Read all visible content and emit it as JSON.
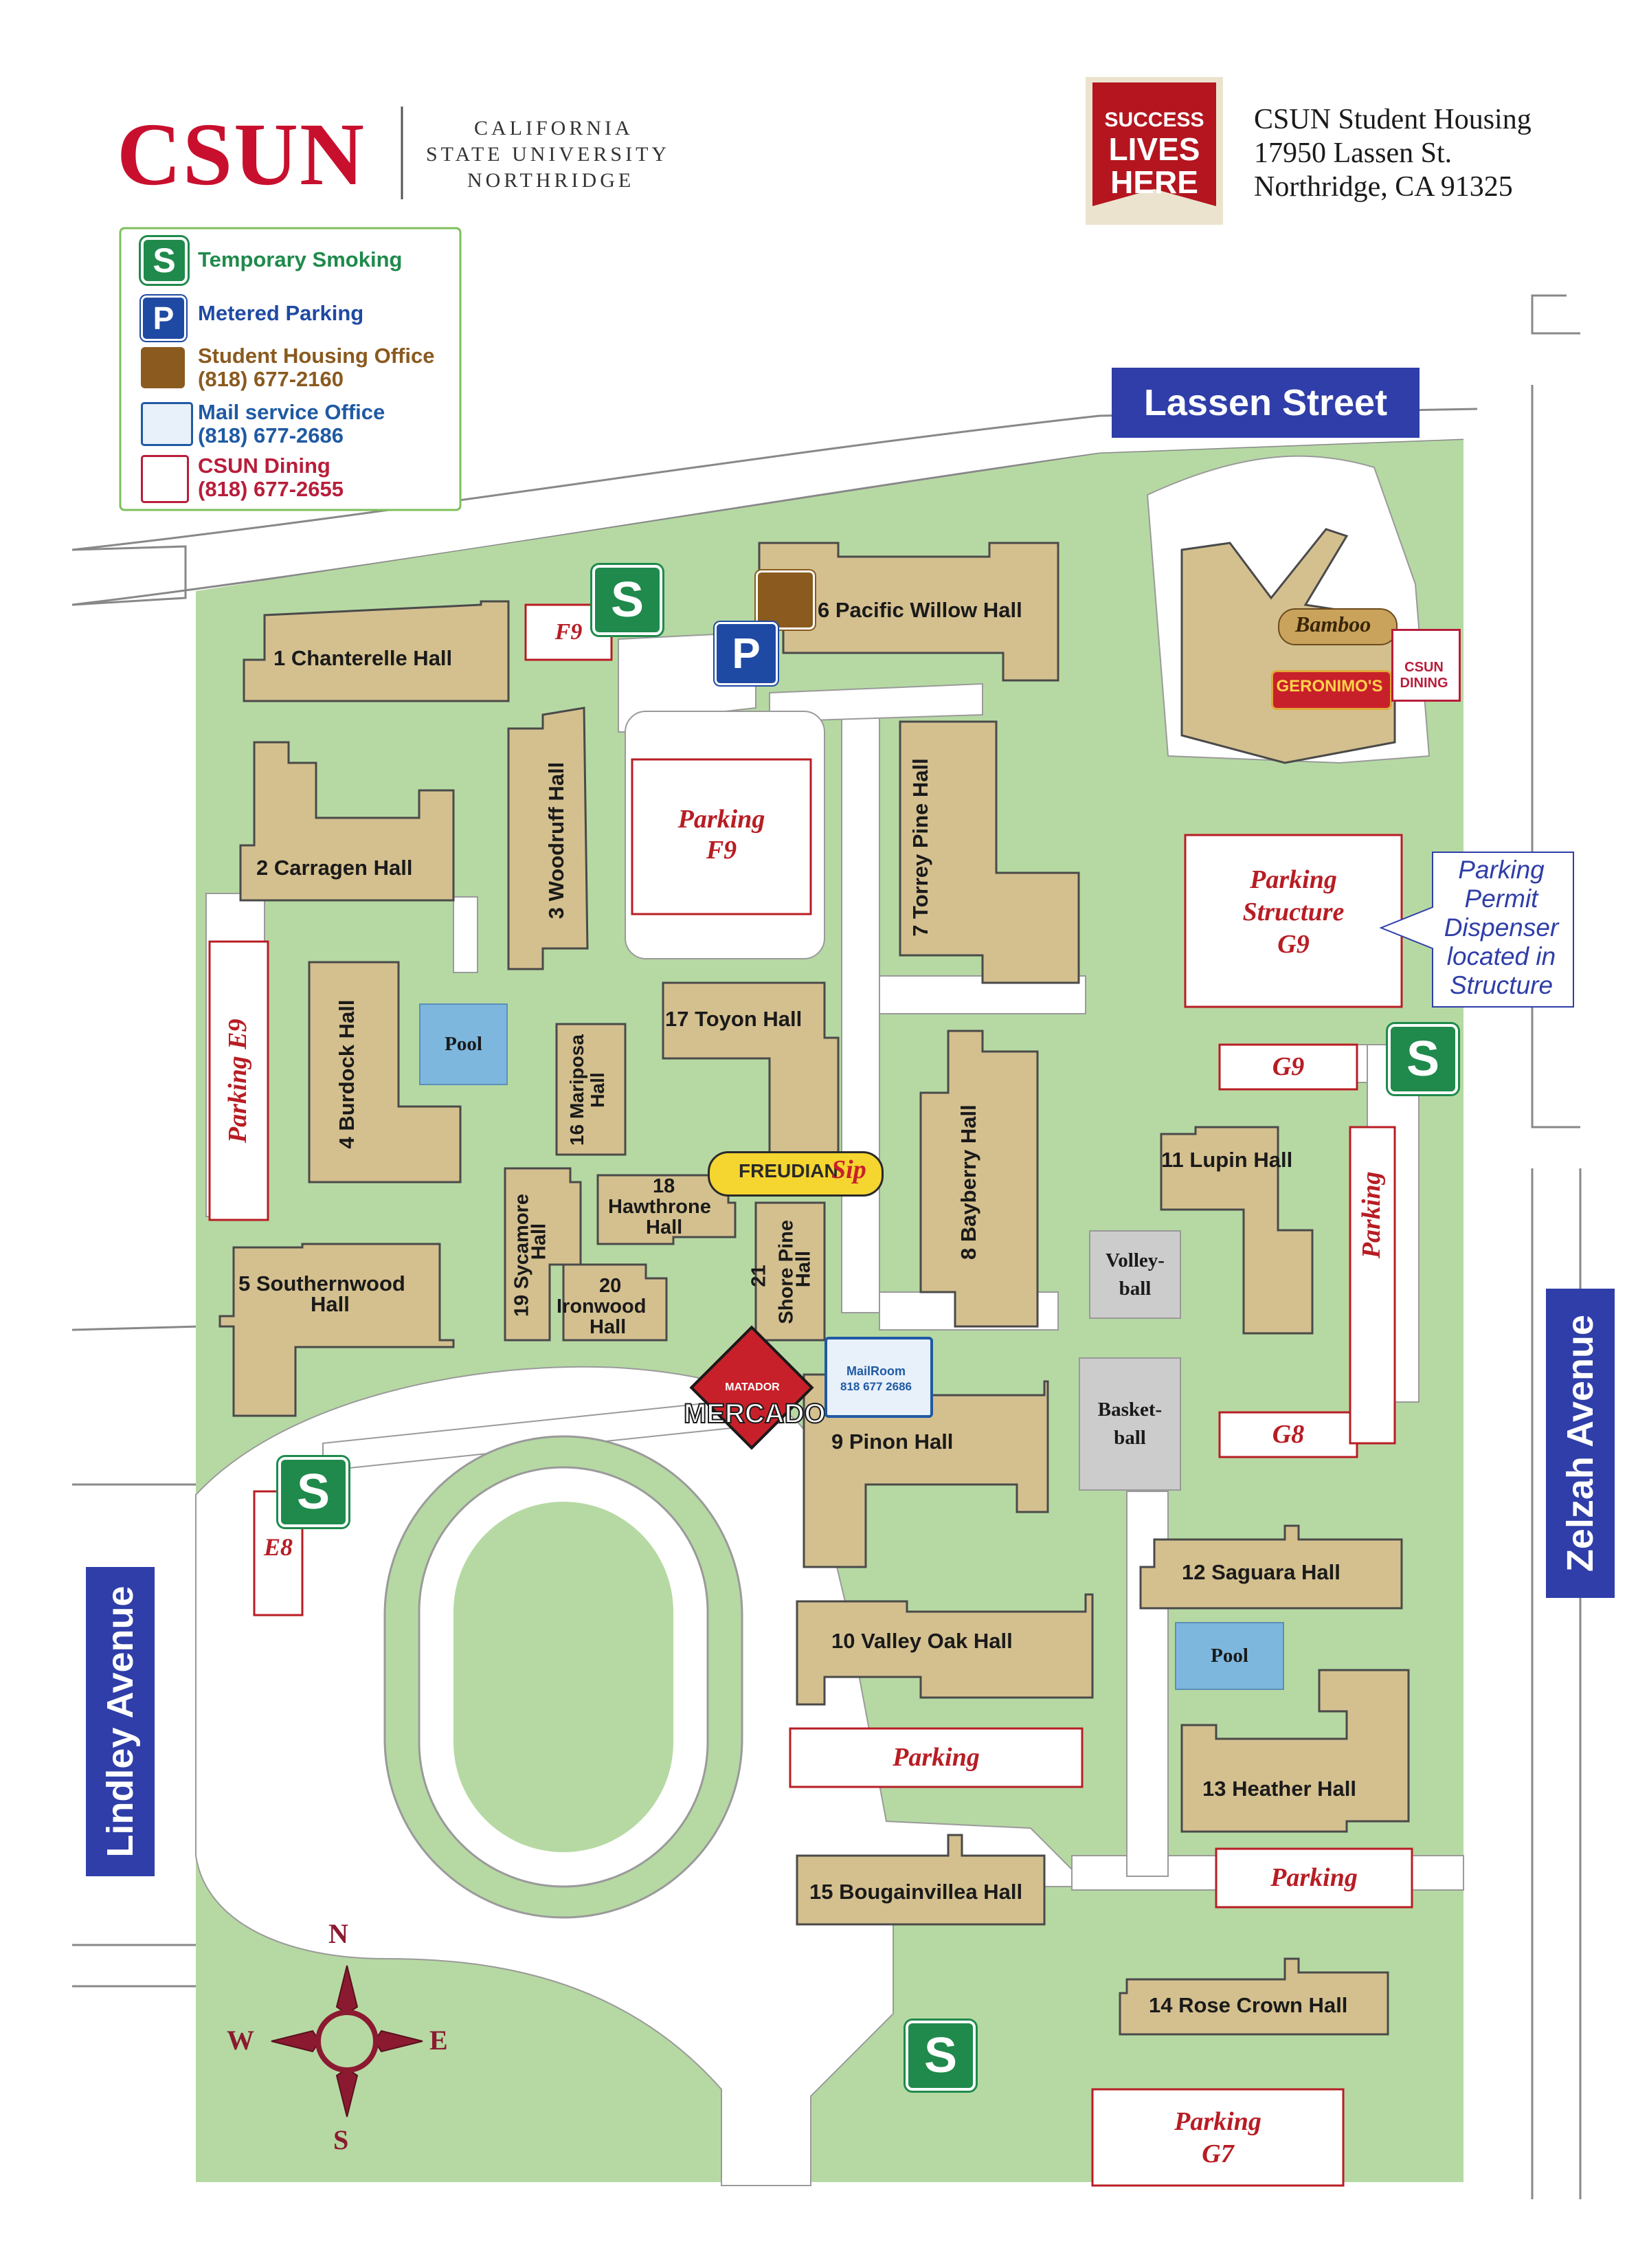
{
  "header": {
    "logo_text": "CSUN",
    "university_line1": "CALIFORNIA",
    "university_line2": "STATE UNIVERSITY",
    "university_line3": "NORTHRIDGE",
    "badge_line1": "SUCCESS",
    "badge_line2": "LIVES",
    "badge_line3": "HERE",
    "address_line1": "CSUN Student Housing",
    "address_line2": "17950 Lassen St.",
    "address_line3": "Northridge, CA 91325"
  },
  "legend": {
    "smoking": "Temporary Smoking",
    "metered": "Metered Parking",
    "housing": "Student Housing Office",
    "housing_phone": "(818) 677-2160",
    "mail": "Mail service Office",
    "mail_phone": "(818) 677-2686",
    "dining": "CSUN Dining",
    "dining_phone": "(818) 677-2655"
  },
  "streets": {
    "north": "Lassen Street",
    "east": "Zelzah Avenue",
    "west": "Lindley Avenue"
  },
  "buildings": {
    "b1": "1  Chanterelle Hall",
    "b2": "2 Carragen Hall",
    "b3": "3 Woodruff Hall",
    "b4": "4 Burdock Hall",
    "b5a": "5 Southernwood",
    "b5b": "Hall",
    "b6": "6 Pacific Willow Hall",
    "b7": "7 Torrey Pine Hall",
    "b8": "8 Bayberry Hall",
    "b9": "9  Pinon Hall",
    "b10": "10 Valley Oak Hall",
    "b11": "11 Lupin Hall",
    "b12": "12 Saguara Hall",
    "b13": "13 Heather Hall",
    "b14": "14 Rose Crown Hall",
    "b15": "15 Bougainvillea Hall",
    "b16a": "16 Mariposa",
    "b16b": "Hall",
    "b17": "17 Toyon Hall",
    "b18a": "18",
    "b18b": "Hawthrone",
    "b18c": "Hall",
    "b19a": "19 Sycamore",
    "b19b": "Hall",
    "b20a": "20",
    "b20b": "Ironwood",
    "b20c": "Hall",
    "b21a": "21",
    "b21b": "Shore Pine",
    "b21c": "Hall"
  },
  "parking": {
    "f9_small": "F9",
    "f9_line1": "Parking",
    "f9_line2": "F9",
    "e9": "Parking  E9",
    "structure_line1": "Parking",
    "structure_line2": "Structure",
    "structure_line3": "G9",
    "g9": "G9",
    "g8": "G8",
    "east_strip": "Parking",
    "e8": "E8",
    "center": "Parking",
    "south_east": "Parking",
    "g7_line1": "Parking",
    "g7_line2": "G7"
  },
  "callout": {
    "line1": "Parking",
    "line2": "Permit",
    "line3": "Dispenser",
    "line4": "located in",
    "line5": "Structure"
  },
  "facilities": {
    "pool": "Pool",
    "volleyball_line1": "Volley-",
    "volleyball_line2": "ball",
    "basketball_line1": "Basket-",
    "basketball_line2": "ball"
  },
  "venues": {
    "bamboo": "Bamboo",
    "geronimos": "GERONIMO'S",
    "csun_dining_line1": "CSUN",
    "csun_dining_line2": "DINING",
    "freudian_line1": "FREUDIAN",
    "freudian_line2": "Sip",
    "mercado_small": "MATADOR",
    "mercado": "MERCADO",
    "mailroom_line1": "MailRoom",
    "mailroom_line2": "818 677 2686"
  },
  "icons": {
    "smoking_letter": "S",
    "parking_letter": "P"
  },
  "compass": {
    "n": "N",
    "s": "S",
    "e": "E",
    "w": "W"
  },
  "colors": {
    "grass": "#b6d9a3",
    "building": "#d4c08f",
    "building_stroke": "#4a4a4a",
    "parking_red": "#b81d24",
    "street_blue": "#2f3ea8",
    "smoking_green": "#1f8a4c",
    "metered_blue": "#1f4aa3",
    "housing_brown": "#8a5a1f",
    "mail_blue": "#1f5aa3",
    "dining_red": "#b81d3a"
  }
}
